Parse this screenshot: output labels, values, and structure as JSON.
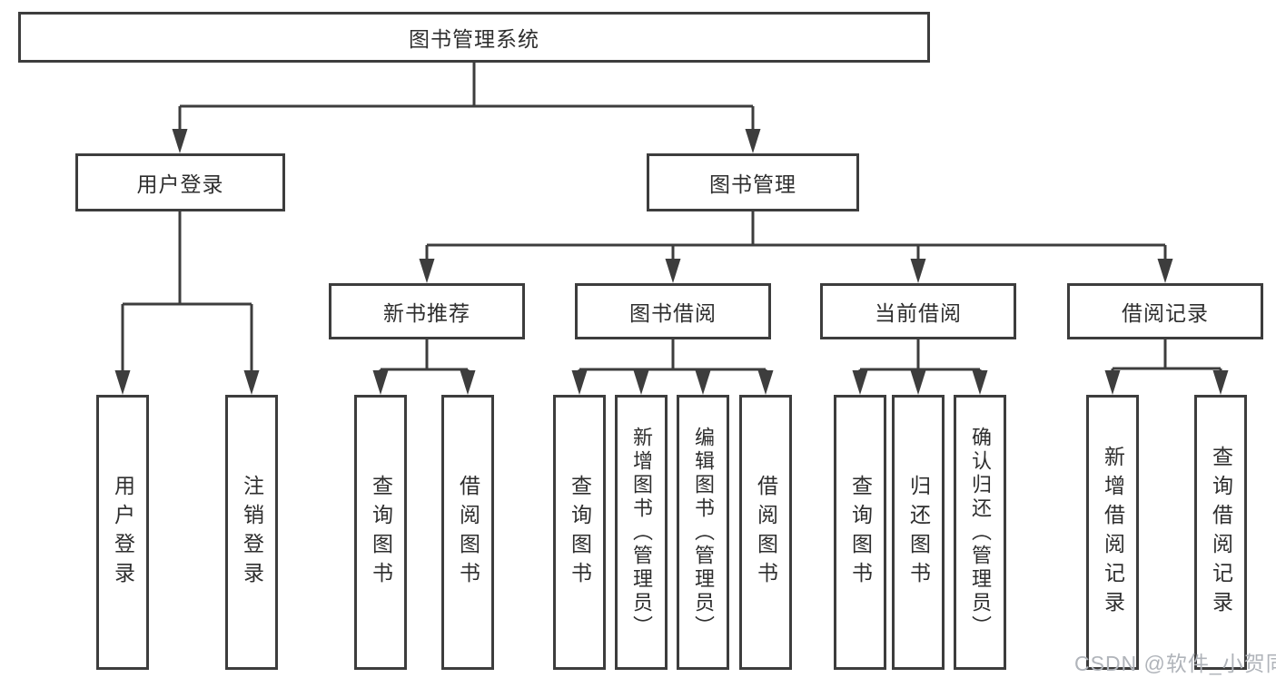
{
  "tree": {
    "label": "图书管理系统",
    "children": [
      {
        "label": "用户登录",
        "children": [
          {
            "label": "用户登录"
          },
          {
            "label": "注销登录"
          }
        ]
      },
      {
        "label": "图书管理",
        "children": [
          {
            "label": "新书推荐",
            "children": [
              {
                "label": "查询图书"
              },
              {
                "label": "借阅图书"
              }
            ]
          },
          {
            "label": "图书借阅",
            "children": [
              {
                "label": "查询图书"
              },
              {
                "label": "新增图书（管理员）"
              },
              {
                "label": "编辑图书（管理员）"
              },
              {
                "label": "借阅图书"
              }
            ]
          },
          {
            "label": "当前借阅",
            "children": [
              {
                "label": "查询图书"
              },
              {
                "label": "归还图书"
              },
              {
                "label": "确认归还（管理员）"
              }
            ]
          },
          {
            "label": "借阅记录",
            "children": [
              {
                "label": "新增借阅记录"
              },
              {
                "label": "查询借阅记录"
              }
            ]
          }
        ]
      }
    ]
  },
  "watermark": "CSDN @软件_小贺同学",
  "colors": {
    "line": "#3d3d3d",
    "node_border": "#3d3d3d",
    "node_fill": "#ffffff",
    "text": "#2e2e2e",
    "watermark": "#b0b4ba",
    "background": "#ffffff"
  }
}
